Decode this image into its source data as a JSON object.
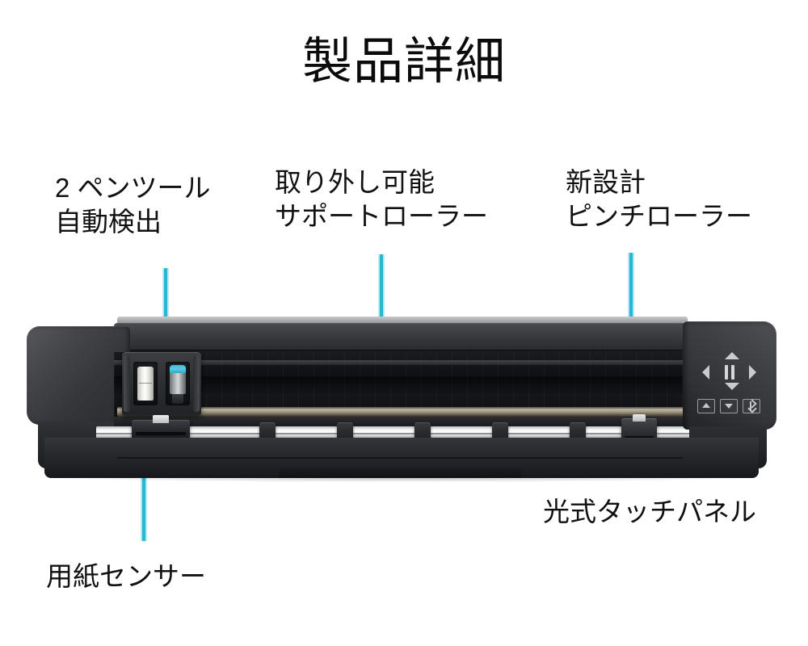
{
  "page": {
    "title": "製品詳細",
    "background_color": "#ffffff",
    "text_color": "#111111",
    "accent_color": "#29b6d0"
  },
  "callouts": [
    {
      "id": "pen-tool",
      "name": "2-pen-tool-auto-detect",
      "text": "2 ペンツール\n自動検出",
      "lines": [
        "2 ペンツール",
        "自動検出"
      ],
      "leader_color": "#29b6d0"
    },
    {
      "id": "support-roller",
      "name": "removable-support-roller",
      "text": "取り外し可能\nサポートローラー",
      "lines": [
        "取り外し可能",
        "サポートローラー"
      ],
      "leader_color": "#29b6d0"
    },
    {
      "id": "pinch-roller",
      "name": "new-design-pinch-roller",
      "text": "新設計\nピンチローラー",
      "lines": [
        "新設計",
        "ピンチローラー"
      ],
      "leader_color": "#29b6d0"
    },
    {
      "id": "touch-panel",
      "name": "optical-touch-panel",
      "text": "光式タッチパネル",
      "lines": [
        "光式タッチパネル"
      ],
      "leader_color": "#29b6d0"
    },
    {
      "id": "paper-sensor",
      "name": "paper-sensor",
      "text": "用紙センサー",
      "lines": [
        "用紙センサー"
      ],
      "leader_color": "#29b6d0"
    }
  ],
  "device": {
    "name": "vinyl-cutting-plotter",
    "body_color": "#2b2c30",
    "rail_color": "#f2f3f4",
    "support_roller_color": "#b2a894",
    "pinch_roller_count": 5,
    "pen_slots": [
      {
        "name": "pen-holder-left",
        "tool": "pen",
        "color": "#fdfdfa"
      },
      {
        "name": "pen-holder-right",
        "tool": "blade",
        "cap_color": "#3fb6d8",
        "body_color": "#d6d9db"
      }
    ],
    "control_panel": {
      "name": "optical-touch-panel",
      "dpad": {
        "up": "▲",
        "down": "▼",
        "left": "◀",
        "right": "▶",
        "center": "❙❙"
      },
      "buttons": [
        {
          "name": "sheet-up-button",
          "icon": "chevron-up-icon"
        },
        {
          "name": "sheet-down-button",
          "icon": "chevron-down-icon"
        },
        {
          "name": "bluetooth-button",
          "icon": "bluetooth-icon"
        }
      ]
    }
  }
}
